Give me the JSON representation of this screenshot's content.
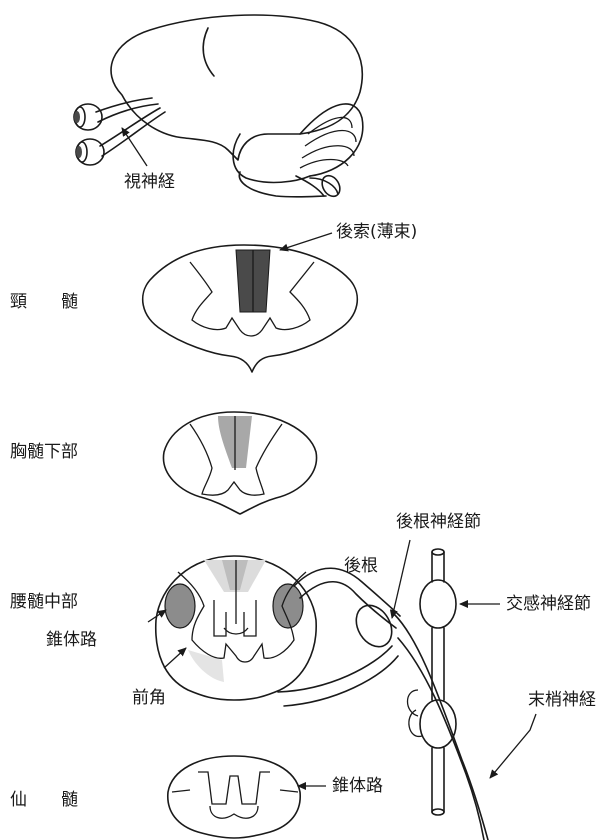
{
  "labels": {
    "optic_nerve": "視神経",
    "posterior_column": "後索(薄束)",
    "cervical": "頸　　髄",
    "lower_thoracic": "胸髄下部",
    "mid_lumbar": "腰髄中部",
    "sacral": "仙　　髄",
    "pyramidal_tract_lumbar": "錐体路",
    "anterior_horn": "前角",
    "dorsal_root": "後根",
    "dorsal_root_ganglion": "後根神経節",
    "sympathetic_ganglion": "交感神経節",
    "peripheral_nerve": "末梢神経",
    "pyramidal_tract_sacral": "錐体路"
  },
  "colors": {
    "ink": "#1a1a1a",
    "dark_fill": "#4a4a4a",
    "mid_fill": "#8c8c8c",
    "light_fill": "#bdbdbd",
    "pale_fill": "#dcdcdc"
  }
}
